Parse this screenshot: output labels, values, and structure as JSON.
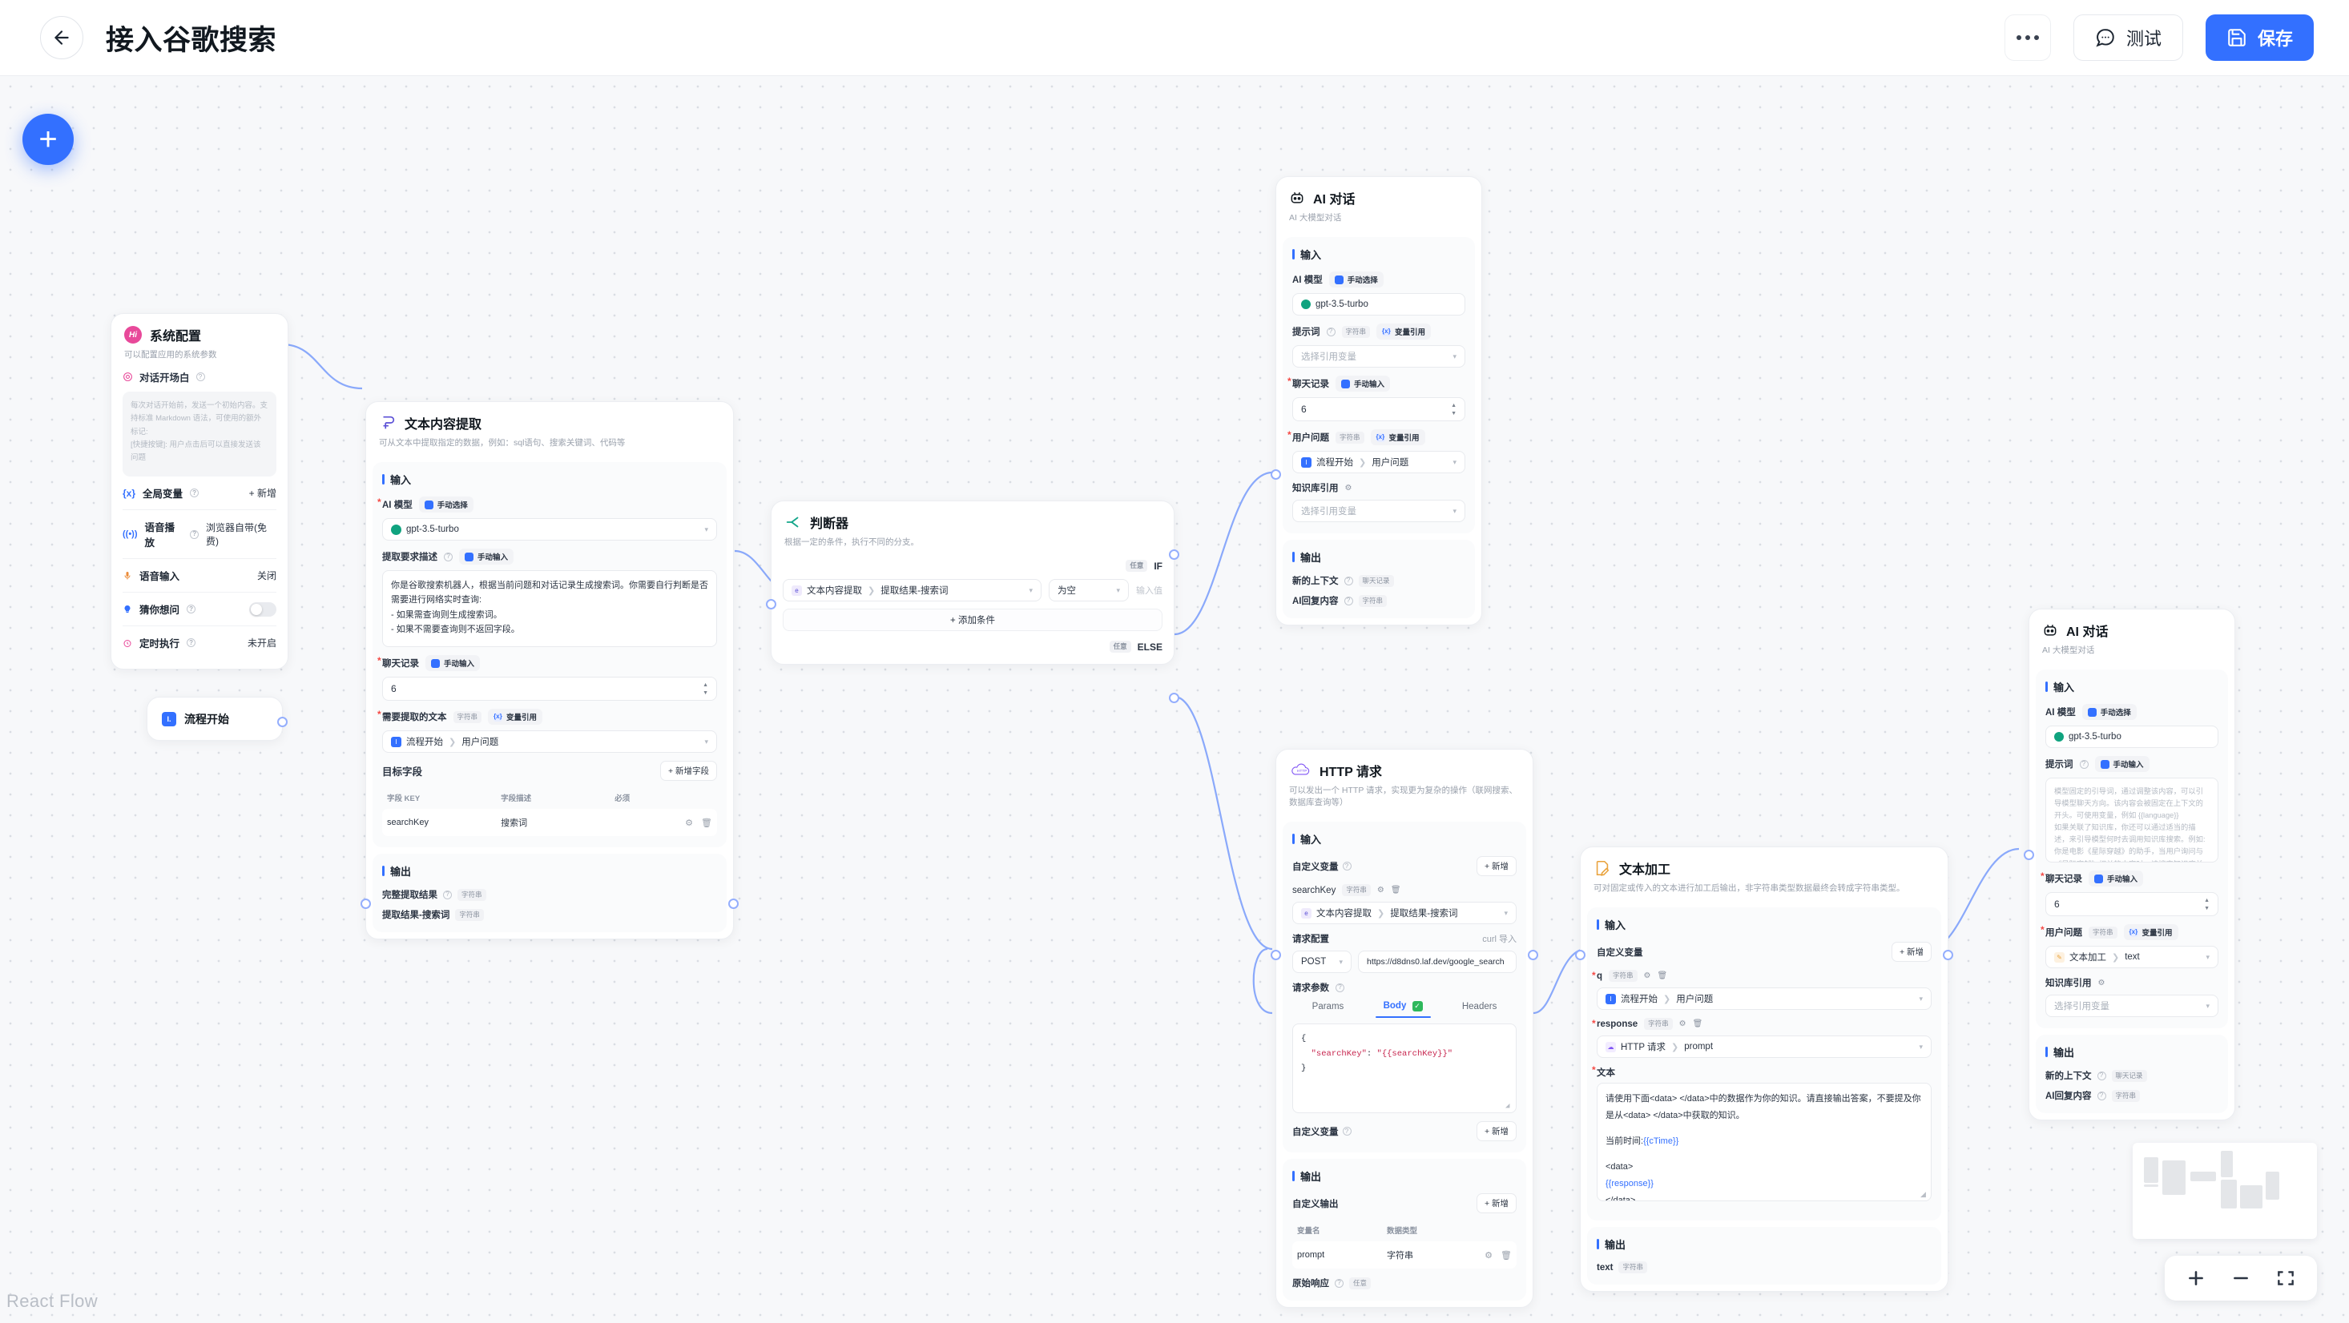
{
  "topbar": {
    "back_icon": "arrow-left-icon",
    "title": "接入谷歌搜索",
    "more_icon": "more-horizontal-icon",
    "test_label": "测试",
    "save_label": "保存",
    "accent": "#3370ff"
  },
  "canvas": {
    "add_label": "+",
    "watermark": "React Flow",
    "zoom_in": "+",
    "zoom_out": "−",
    "fit_view": "fit-view"
  },
  "nodes": {
    "system_config": {
      "title": "系统配置",
      "desc": "可以配置应用的系统参数",
      "avatar": "Hi",
      "opening": {
        "label": "对话开场白",
        "placeholder": "每次对话开始前，发送一个初始内容。支持标准 Markdown 语法，可使用的额外标记:\n[快捷按键]: 用户点击后可以直接发送该问题"
      },
      "rows": [
        {
          "icon": "variable-icon",
          "label": "全局变量",
          "help": true,
          "value": "+ 新增",
          "kind": "action"
        },
        {
          "icon": "speaker-icon",
          "label": "语音播放",
          "help": true,
          "value": "浏览器自带(免费)",
          "kind": "value"
        },
        {
          "icon": "mic-icon",
          "label": "语音输入",
          "help": false,
          "value": "关闭",
          "kind": "value"
        },
        {
          "icon": "bulb-icon",
          "label": "猜你想问",
          "help": true,
          "value": "",
          "kind": "toggle"
        },
        {
          "icon": "clock-icon",
          "label": "定时执行",
          "help": true,
          "value": "未开启",
          "kind": "value"
        }
      ]
    },
    "flow_start": {
      "title": "流程开始",
      "icon": "start-icon"
    },
    "text_extract": {
      "title": "文本内容提取",
      "desc": "可从文本中提取指定的数据，例如：sql语句、搜索关键词、代码等",
      "input_title": "输入",
      "model_label": "AI 模型",
      "model_mode": "手动选择",
      "model_value": "gpt-3.5-turbo",
      "prompt_label": "提取要求描述",
      "prompt_mode": "手动输入",
      "prompt_value": "你是谷歌搜索机器人，根据当前问题和对话记录生成搜索词。你需要自行判断是否需要进行网络实时查询:\n- 如果需查询则生成搜索词。\n- 如果不需要查询则不返回字段。",
      "history_label": "聊天记录",
      "history_mode": "手动输入",
      "history_value": "6",
      "source_label": "需要提取的文本",
      "source_type": "字符串",
      "source_mode": "变量引用",
      "source_value_node": "流程开始",
      "source_value_field": "用户问题",
      "target_fields_label": "目标字段",
      "add_field_label": "+ 新增字段",
      "table_headers": [
        "字段 KEY",
        "字段描述",
        "必须"
      ],
      "table_rows": [
        {
          "key": "searchKey",
          "desc": "搜索词",
          "required": ""
        }
      ],
      "output_title": "输出",
      "outputs": [
        {
          "name": "完整提取结果",
          "help": true,
          "type": "字符串"
        },
        {
          "name": "提取结果-搜索词",
          "help": false,
          "type": "字符串"
        }
      ]
    },
    "judge": {
      "title": "判断器",
      "desc": "根据一定的条件，执行不同的分支。",
      "if_any": "任意",
      "if_label": "IF",
      "else_any": "任意",
      "else_label": "ELSE",
      "cond_node": "文本内容提取",
      "cond_field": "提取结果-搜索词",
      "operator": "为空",
      "value_placeholder": "输入值",
      "add_condition": "+ 添加条件"
    },
    "ai_chat_top": {
      "title": "AI 对话",
      "desc": "AI 大模型对话",
      "input_title": "输入",
      "model_label": "AI 模型",
      "model_mode": "手动选择",
      "model_value": "gpt-3.5-turbo",
      "prompt_label": "提示词",
      "prompt_type": "字符串",
      "prompt_mode": "变量引用",
      "prompt_placeholder": "选择引用变量",
      "history_label": "聊天记录",
      "history_mode": "手动输入",
      "history_value": "6",
      "question_label": "用户问题",
      "question_type": "字符串",
      "question_mode": "变量引用",
      "question_node": "流程开始",
      "question_field": "用户问题",
      "kb_label": "知识库引用",
      "kb_placeholder": "选择引用变量",
      "output_title": "输出",
      "outputs": [
        {
          "name": "新的上下文",
          "help": true,
          "type": "聊天记录"
        },
        {
          "name": "AI回复内容",
          "help": true,
          "type": "字符串"
        }
      ]
    },
    "http": {
      "title": "HTTP 请求",
      "desc": "可以发出一个 HTTP 请求，实现更为复杂的操作（联网搜索、数据库查询等）",
      "input_title": "输入",
      "custom_var_label": "自定义变量",
      "add_label": "+ 新增",
      "var_name": "searchKey",
      "var_type": "字符串",
      "var_node": "文本内容提取",
      "var_field": "提取结果-搜索词",
      "req_config_label": "请求配置",
      "curl_label": "curl 导入",
      "method": "POST",
      "url": "https://d8dns0.laf.dev/google_search",
      "req_params_label": "请求参数",
      "tabs": [
        "Params",
        "Body",
        "Headers"
      ],
      "active_tab": "Body",
      "body": "{\n  \"searchKey\": \"{{searchKey}}\"\n}",
      "body_key": "\"searchKey\"",
      "body_val": "\"{{searchKey}}\"",
      "custom_var_label2": "自定义变量",
      "output_title": "输出",
      "custom_output_label": "自定义输出",
      "add_output_label": "+ 新增",
      "out_headers": [
        "变量名",
        "数据类型"
      ],
      "out_rows": [
        {
          "name": "prompt",
          "type": "字符串"
        }
      ],
      "raw_response_label": "原始响应",
      "raw_response_type": "任意"
    },
    "text_process": {
      "title": "文本加工",
      "desc": "可对固定或传入的文本进行加工后输出，非字符串类型数据最终会转成字符串类型。",
      "input_title": "输入",
      "custom_var_label": "自定义变量",
      "add_label": "+ 新增",
      "var1_name": "q",
      "var1_type": "字符串",
      "var1_node": "流程开始",
      "var1_field": "用户问题",
      "var2_name": "response",
      "var2_type": "字符串",
      "var2_node": "HTTP 请求",
      "var2_field": "prompt",
      "text_label": "文本",
      "text_line1": "请使用下面<data> </data>中的数据作为你的知识。请直接输出答案，不要提及你是从<data> </data>中获取的知识。",
      "text_line2_pre": "当前时间:",
      "text_line2_var": "{{cTime}}",
      "text_line3": "<data>",
      "text_line4_var": "{{response}}",
      "text_line5": "</data>",
      "output_title": "输出",
      "out_name": "text",
      "out_type": "字符串"
    },
    "ai_chat_right": {
      "title": "AI 对话",
      "desc": "AI 大模型对话",
      "input_title": "输入",
      "model_label": "AI 模型",
      "model_mode": "手动选择",
      "model_value": "gpt-3.5-turbo",
      "prompt_label": "提示词",
      "prompt_mode": "手动输入",
      "prompt_placeholder": "模型固定的引导词，通过调整该内容，可以引导模型聊天方向。该内容会被固定在上下文的开头。可使用变量，例如 {{language}}\n如果关联了知识库，你还可以通过适当的描述，来引导模型何时去调用知识库搜索。例如:\n你是电影《星际穿越》的助手，当用户询问与《星际穿越》相关的内容时，请搜索知识库并结合搜索结果进行回答。",
      "history_label": "聊天记录",
      "history_mode": "手动输入",
      "history_value": "6",
      "question_label": "用户问题",
      "question_type": "字符串",
      "question_mode": "变量引用",
      "question_node": "文本加工",
      "question_field": "text",
      "kb_label": "知识库引用",
      "kb_placeholder": "选择引用变量",
      "output_title": "输出",
      "outputs": [
        {
          "name": "新的上下文",
          "help": true,
          "type": "聊天记录"
        },
        {
          "name": "AI回复内容",
          "help": true,
          "type": "字符串"
        }
      ]
    }
  }
}
